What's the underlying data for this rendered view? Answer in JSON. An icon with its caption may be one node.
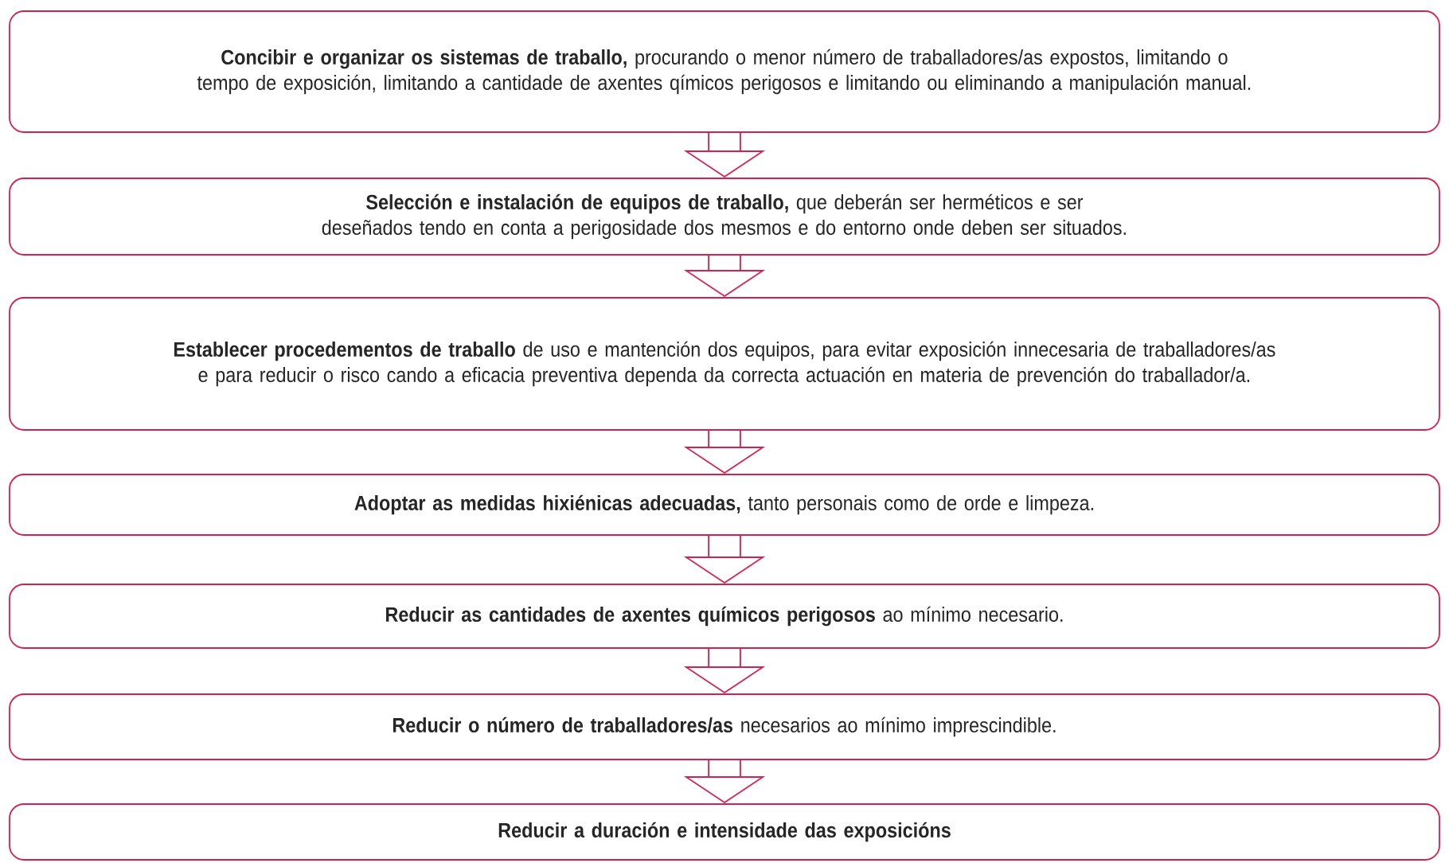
{
  "diagram": {
    "nodes": [
      {
        "text": [
          "**Concibir e organizar os sistemas de traballo,** procurando o menor número de traballadores/as expostos, limitando o tempo de exposición, limitando a cantidade de axentes qímicos perigosos e limitando ou eliminando a manipulación manual."
        ]
      },
      {
        "text": [
          "**Selección e instalación de equipos de traballo,** que deberán ser herméticos e ser deseñados tendo en conta  a perigosidade dos mesmos e do entorno onde deben ser situados."
        ]
      },
      {
        "text": [
          "**Establecer procedementos de traballo** de uso e mantención dos equipos, para evitar exposición innecesaria de traballadores/as e para reducir o risco cando a eficacia preventiva dependa da correcta actuación en materia de prevención do traballador/a."
        ]
      },
      {
        "text": [
          "**Adoptar as medidas hixiénicas adecuadas,** tanto personais como de orde e limpeza."
        ]
      },
      {
        "text": [
          "**Reducir as cantidades de axentes químicos perigosos** ao mínimo necesario."
        ]
      },
      {
        "text": [
          "**Reducir o número de traballadores/as** necesarios ao mínimo imprescindible."
        ]
      },
      {
        "text": [
          "Reducir a duración e intensidade das exposicións"
        ]
      }
    ],
    "edges": [
      {
        "from": 0,
        "to": 1,
        "arrow": "to"
      },
      {
        "from": 1,
        "to": 2,
        "arrow": "to"
      },
      {
        "from": 2,
        "to": 3,
        "arrow": "to"
      },
      {
        "from": 3,
        "to": 4,
        "arrow": "to"
      },
      {
        "from": 4,
        "to": 5,
        "arrow": "to"
      },
      {
        "from": 5,
        "to": 6,
        "arrow": "to"
      }
    ]
  }
}
